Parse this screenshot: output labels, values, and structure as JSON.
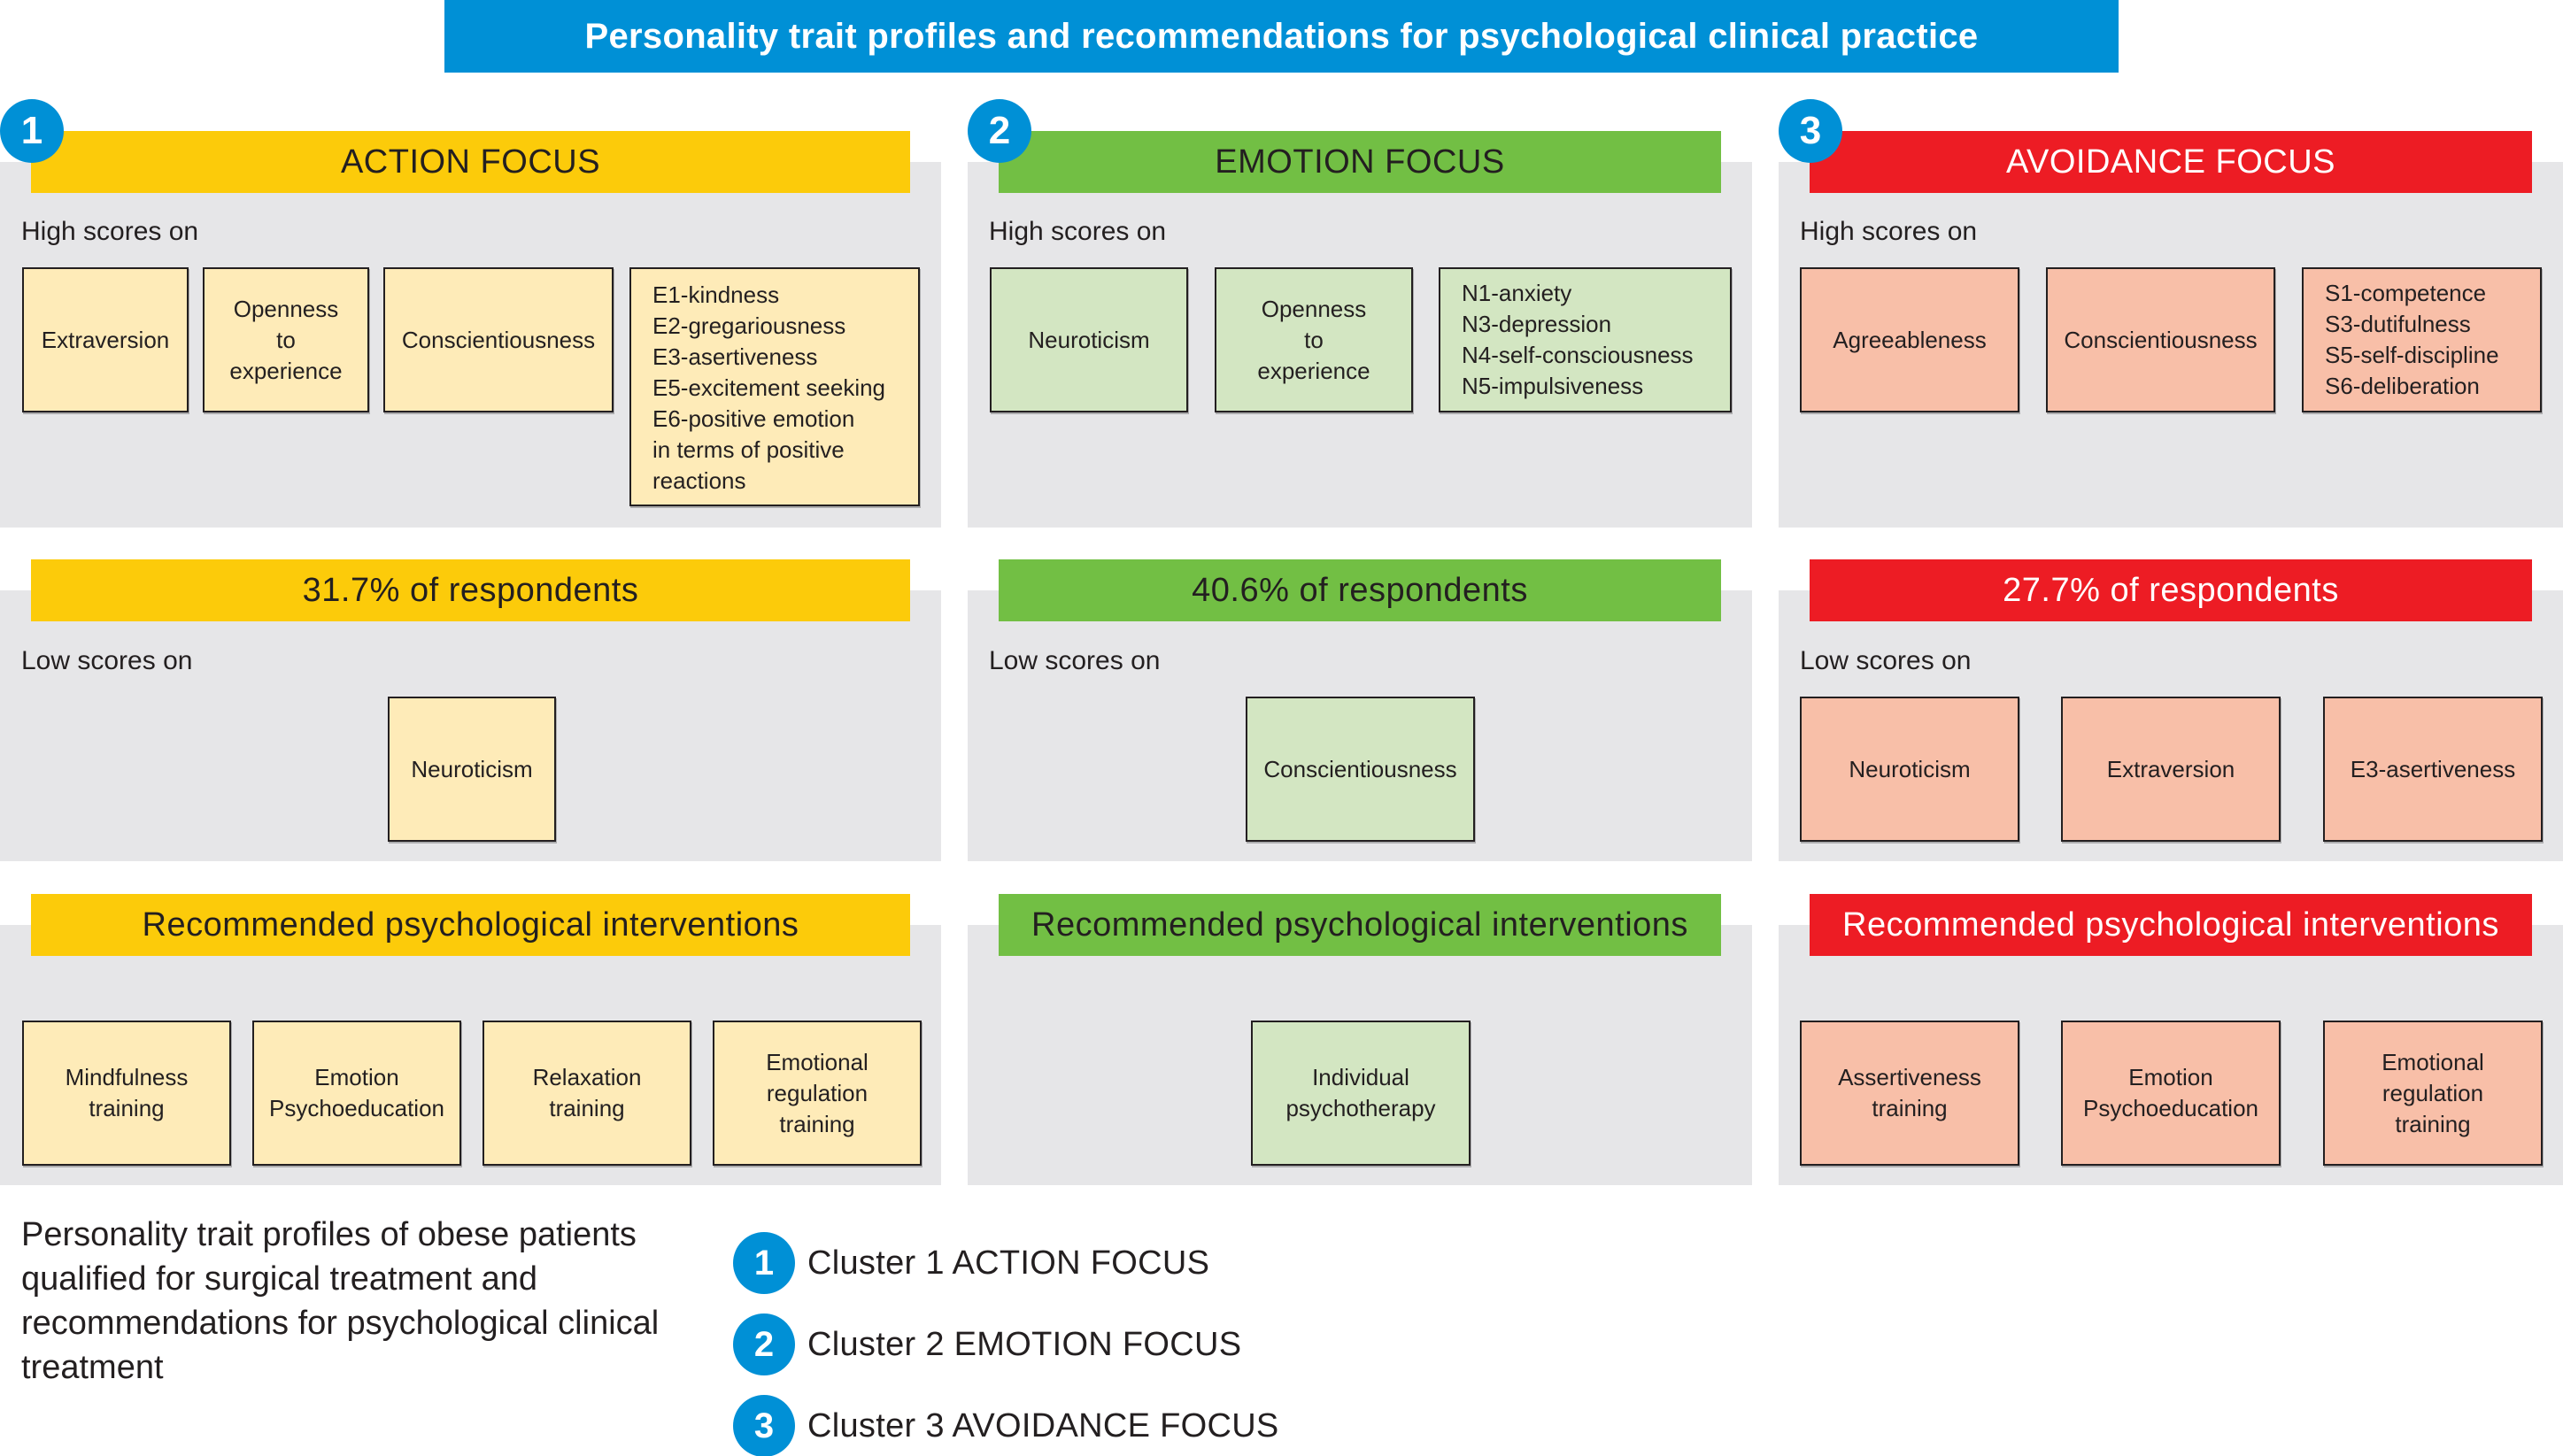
{
  "title": "Personality trait profiles and recommendations for psychological clinical practice",
  "colors": {
    "title_banner": "#0090d6",
    "badge": "#0090d6",
    "panel_bg": "#e6e6e8",
    "action_accent": "#fccb0a",
    "action_box": "#feebb8",
    "emotion_accent": "#72bf44",
    "emotion_box": "#d3e6c2",
    "avoidance_accent": "#ed1c24",
    "avoidance_box": "#f8bfa8"
  },
  "clusters": [
    {
      "number": "1",
      "name": "ACTION FOCUS",
      "high_label": "High scores on",
      "high_scores": [
        "Extraversion",
        "Openness\nto\nexperience",
        "Conscientiousness"
      ],
      "high_facets": [
        "E1-kindness",
        "E2-gregariousness",
        "E3-asertiveness",
        "E5-excitement seeking",
        "E6-positive emotion",
        "in terms of positive",
        "reactions"
      ],
      "respondents": "31.7% of respondents",
      "low_label": "Low scores on",
      "low_scores": [
        "Neuroticism"
      ],
      "interventions_label": "Recommended psychological interventions",
      "interventions": [
        "Mindfulness\ntraining",
        "Emotion\nPsychoeducation",
        "Relaxation\ntraining",
        "Emotional\nregulation\ntraining"
      ]
    },
    {
      "number": "2",
      "name": "EMOTION FOCUS",
      "high_label": "High scores on",
      "high_scores": [
        "Neuroticism",
        "Openness\nto\nexperience"
      ],
      "high_facets": [
        "N1-anxiety",
        "N3-depression",
        "N4-self-consciousness",
        "N5-impulsiveness"
      ],
      "respondents": "40.6% of respondents",
      "low_label": "Low scores on",
      "low_scores": [
        "Conscientiousness"
      ],
      "interventions_label": "Recommended psychological interventions",
      "interventions": [
        "Individual\npsychotherapy"
      ]
    },
    {
      "number": "3",
      "name": "AVOIDANCE FOCUS",
      "high_label": "High scores on",
      "high_scores": [
        "Agreeableness",
        "Conscientiousness"
      ],
      "high_facets": [
        "S1-competence",
        "S3-dutifulness",
        "S5-self-discipline",
        "S6-deliberation"
      ],
      "respondents": "27.7% of respondents",
      "low_label": "Low scores on",
      "low_scores": [
        "Neuroticism",
        "Extraversion",
        "E3-asertiveness"
      ],
      "interventions_label": "Recommended psychological interventions",
      "interventions": [
        "Assertiveness\ntraining",
        "Emotion\nPsychoeducation",
        "Emotional\nregulation\ntraining"
      ]
    }
  ],
  "footnote": "Personality trait profiles of obese patients qualified for surgical treatment and recommendations for psychological clinical treatment",
  "legend": [
    {
      "number": "1",
      "label": "Cluster 1 ACTION FOCUS"
    },
    {
      "number": "2",
      "label": "Cluster 2 EMOTION FOCUS"
    },
    {
      "number": "3",
      "label": "Cluster 3 AVOIDANCE FOCUS"
    }
  ]
}
